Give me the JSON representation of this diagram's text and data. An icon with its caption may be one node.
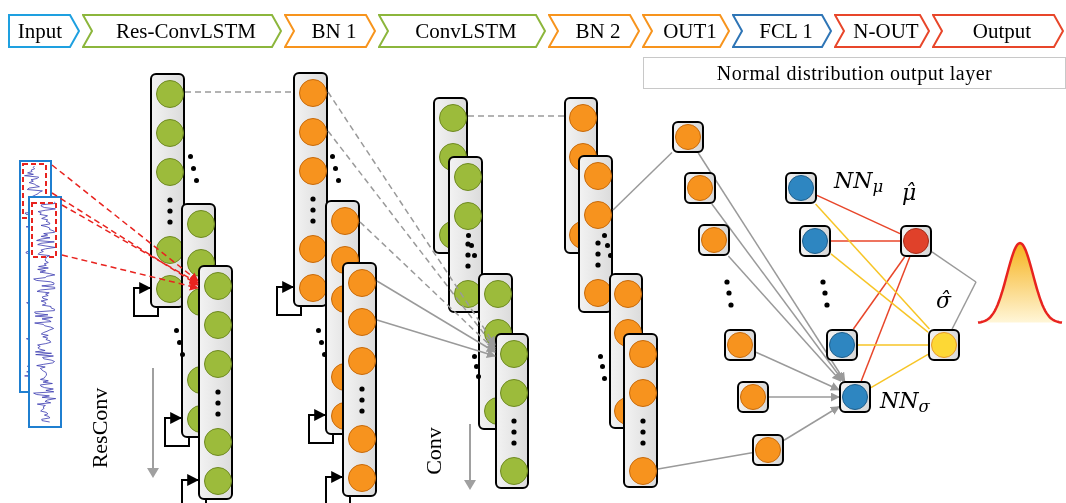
{
  "diagram": {
    "nodes": [
      {
        "text": [
          "Input"
        ]
      },
      {
        "text": [
          "Res-ConvLSTM"
        ]
      },
      {
        "text": [
          "BN 1"
        ]
      },
      {
        "text": [
          "ConvLSTM"
        ]
      },
      {
        "text": [
          "BN 2"
        ]
      },
      {
        "text": [
          "OUT1"
        ]
      },
      {
        "text": [
          "FCL 1"
        ]
      },
      {
        "text": [
          "N-OUT"
        ]
      },
      {
        "text": [
          "Output"
        ]
      },
      {
        "text": [
          "Normal distribution output layer"
        ]
      },
      {
        "text": [],
        "shape": "picture"
      },
      {
        "text": [],
        "shape": "box"
      },
      {
        "text": [],
        "shape": "box"
      },
      {
        "text": [],
        "shape": "box"
      },
      {
        "text": [],
        "shape": "box"
      },
      {
        "text": [],
        "shape": "circle"
      },
      {
        "text": [],
        "shape": "circle"
      },
      {
        "text": [],
        "shape": "circle"
      },
      {
        "text": [],
        "shape": "circle"
      },
      {
        "text": [],
        "shape": "circle"
      },
      {
        "text": [],
        "shape": "circle"
      },
      {
        "text": [],
        "shape": "circle",
        "beside": [
          "NN$_{μ}$"
        ]
      },
      {
        "text": [],
        "shape": "circle"
      },
      {
        "text": [],
        "shape": "circle"
      },
      {
        "text": [],
        "shape": "circle",
        "beside": [
          "NN$_{σ}$"
        ]
      },
      {
        "text": [],
        "shape": "circle",
        "beside": [
          "μ̂"
        ]
      },
      {
        "text": [],
        "shape": "circle",
        "beside": [
          "σ̂"
        ]
      },
      {
        "text": [],
        "shape": "picture"
      }
    ],
    "edges": [
      {
        "from": 10,
        "to": 11,
        "arrow": "to",
        "style": "dashed",
        "color": "#e8231f"
      },
      {
        "from": 10,
        "to": 11,
        "arrow": "to",
        "style": "dashed",
        "color": "#e8231f"
      },
      {
        "from": 10,
        "to": 11,
        "arrow": "to",
        "style": "dashed",
        "color": "#e8231f"
      },
      {
        "from": 10,
        "to": 11,
        "arrow": "to",
        "style": "dashed",
        "color": "#e8231f"
      },
      {
        "from": 11,
        "to": 12,
        "arrow": "none",
        "style": "dashed"
      },
      {
        "from": 12,
        "to": 13,
        "arrow": "to",
        "style": "dashed"
      },
      {
        "from": 12,
        "to": 13,
        "arrow": "to",
        "style": "dashed"
      },
      {
        "from": 12,
        "to": 13,
        "arrow": "to",
        "style": "dashed"
      },
      {
        "from": 12,
        "to": 13,
        "arrow": "to"
      },
      {
        "from": 12,
        "to": 13,
        "arrow": "to"
      },
      {
        "from": 13,
        "to": 14,
        "arrow": "none",
        "style": "dashed"
      },
      {
        "from": 14,
        "to": 15,
        "arrow": "none"
      },
      {
        "from": 14,
        "to": 20,
        "arrow": "none"
      },
      {
        "from": 15,
        "to": 24,
        "arrow": "to"
      },
      {
        "from": 16,
        "to": 24,
        "arrow": "to"
      },
      {
        "from": 17,
        "to": 24,
        "arrow": "to"
      },
      {
        "from": 18,
        "to": 24,
        "arrow": "to"
      },
      {
        "from": 19,
        "to": 24,
        "arrow": "to"
      },
      {
        "from": 20,
        "to": 24,
        "arrow": "to"
      },
      {
        "from": 21,
        "to": 25,
        "arrow": "none",
        "color": "#e8462a"
      },
      {
        "from": 22,
        "to": 25,
        "arrow": "none",
        "color": "#e8462a"
      },
      {
        "from": 23,
        "to": 25,
        "arrow": "none",
        "color": "#e8462a"
      },
      {
        "from": 24,
        "to": 25,
        "arrow": "none",
        "color": "#e8462a"
      },
      {
        "from": 21,
        "to": 26,
        "arrow": "none",
        "color": "#f7c526"
      },
      {
        "from": 22,
        "to": 26,
        "arrow": "none",
        "color": "#f7c526"
      },
      {
        "from": 23,
        "to": 26,
        "arrow": "none",
        "color": "#f7c526"
      },
      {
        "from": 24,
        "to": 26,
        "arrow": "none",
        "color": "#f7c526"
      },
      {
        "from": 25,
        "to": 27,
        "arrow": "none"
      },
      {
        "from": 26,
        "to": 27,
        "arrow": "none"
      },
      {
        "from": 11,
        "to": 11,
        "arrow": "to",
        "color": "#000000"
      },
      {
        "from": 11,
        "to": 11,
        "arrow": "to",
        "color": "#000000"
      },
      {
        "from": 11,
        "to": 11,
        "arrow": "to",
        "color": "#000000"
      },
      {
        "from": 12,
        "to": 12,
        "arrow": "to",
        "color": "#000000"
      },
      {
        "from": 12,
        "to": 12,
        "arrow": "to",
        "color": "#000000"
      },
      {
        "from": 12,
        "to": 12,
        "arrow": "to",
        "color": "#000000"
      }
    ],
    "labels": [
      "ResConv",
      "Conv"
    ]
  }
}
